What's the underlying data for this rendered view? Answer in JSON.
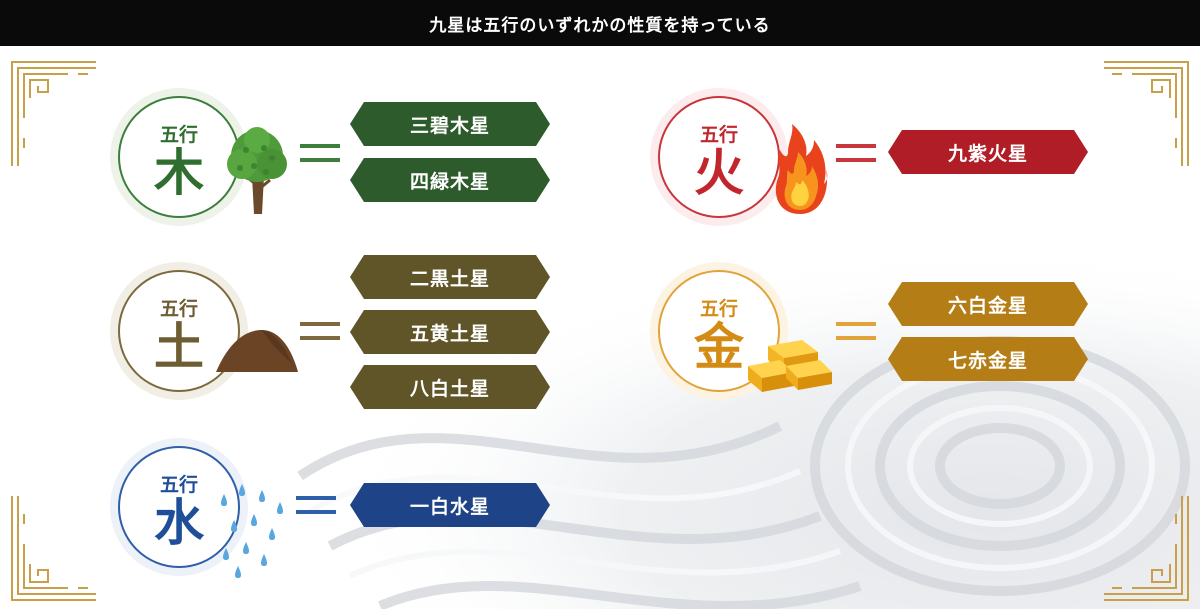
{
  "title": "九星は五行のいずれかの性質を持っている",
  "elements": [
    {
      "key": "wood",
      "label": "五行",
      "kanji": "木",
      "stars": [
        "三碧木星",
        "四緑木星"
      ],
      "colors": {
        "ring": "#3d7e3d",
        "fill": "#eef3ea",
        "text": "#2f6e2f",
        "tag": "#2e5b2c"
      }
    },
    {
      "key": "fire",
      "label": "五行",
      "kanji": "火",
      "stars": [
        "九紫火星"
      ],
      "colors": {
        "ring": "#c8353a",
        "fill": "#fcecee",
        "text": "#c1262c",
        "tag": "#b01d26"
      }
    },
    {
      "key": "earth",
      "label": "五行",
      "kanji": "土",
      "stars": [
        "二黒土星",
        "五黄土星",
        "八白土星"
      ],
      "colors": {
        "ring": "#7c6a3e",
        "fill": "#f1eee6",
        "text": "#6e5c33",
        "tag": "#5f5528"
      }
    },
    {
      "key": "metal",
      "label": "五行",
      "kanji": "金",
      "stars": [
        "六白金星",
        "七赤金星"
      ],
      "colors": {
        "ring": "#e0a43a",
        "fill": "#fdf3e2",
        "text": "#d38b13",
        "tag": "#b47d16"
      }
    },
    {
      "key": "water",
      "label": "五行",
      "kanji": "水",
      "stars": [
        "一白水星"
      ],
      "colors": {
        "ring": "#2f5fa8",
        "fill": "#edf1f8",
        "text": "#1f4f99",
        "tag": "#1e4487"
      }
    }
  ]
}
